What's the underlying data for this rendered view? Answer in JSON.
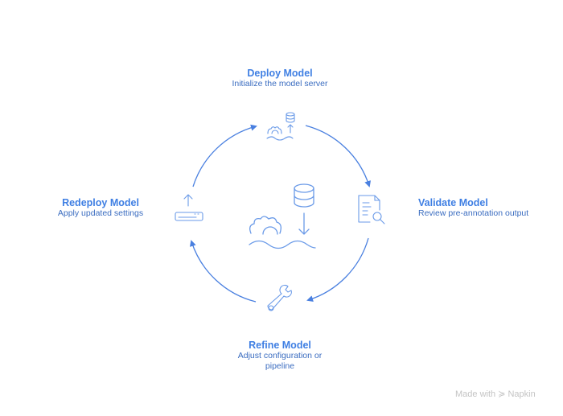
{
  "steps": [
    {
      "title": "Deploy Model",
      "subtitle": "Initialize the model server"
    },
    {
      "title": "Validate Model",
      "subtitle": "Review pre-annotation output"
    },
    {
      "title": "Refine Model",
      "subtitle": "Adjust configuration or pipeline"
    },
    {
      "title": "Redeploy Model",
      "subtitle": "Apply updated settings"
    }
  ],
  "watermark": "Made with ≽ Napkin",
  "colors": {
    "accent": "#4a80e0"
  }
}
